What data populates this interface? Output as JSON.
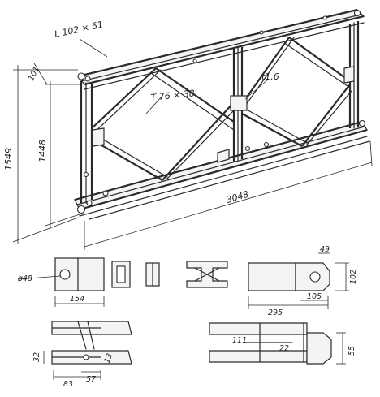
{
  "labels": {
    "angle_profile": "L 102 × 51",
    "t_profile": "T 76 × 38",
    "plate_thickness": "t1.6",
    "height_overall": "1549",
    "height_inner": "1448",
    "length": "3048",
    "top_offset": "101",
    "pin_diameter": "ø48",
    "end_length": "154",
    "end_length_2": "295",
    "tab_length": "105",
    "tab_width": "49",
    "tab_height": "102",
    "detail_32": "32",
    "detail_13": "13",
    "detail_83": "83",
    "detail_57": "57",
    "detail_111": "111",
    "detail_22": "22",
    "detail_55": "55"
  }
}
